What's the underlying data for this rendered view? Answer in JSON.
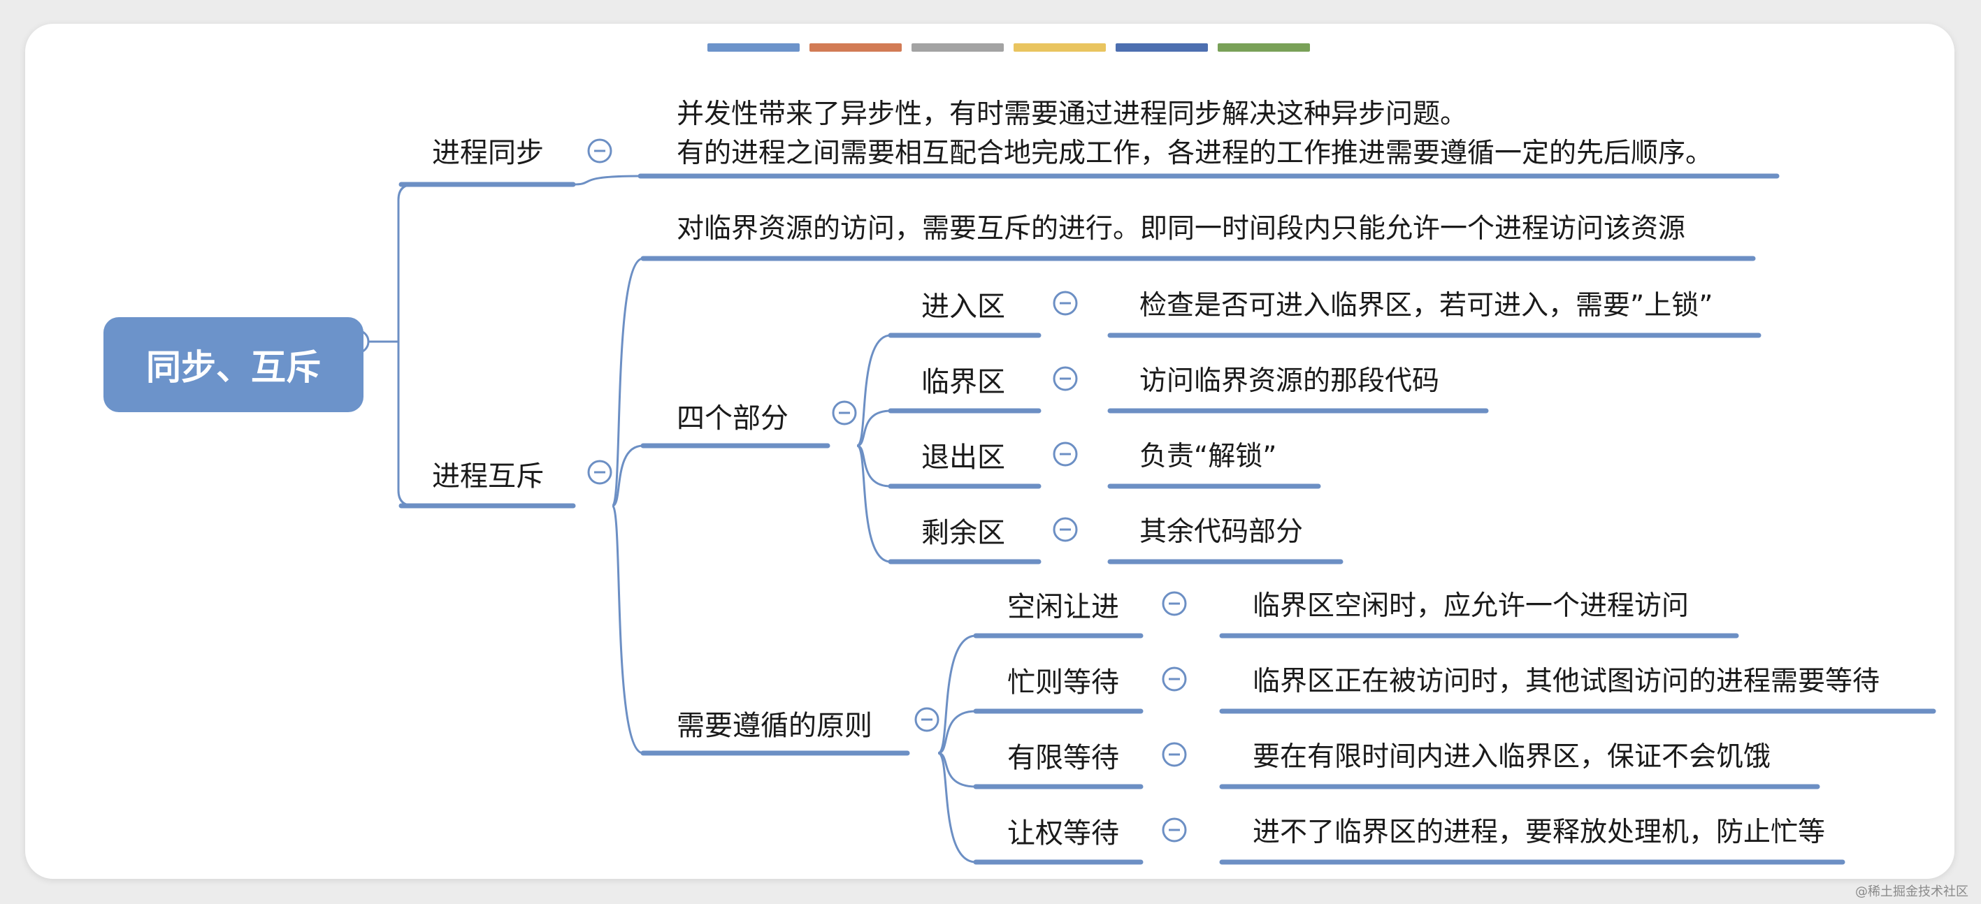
{
  "palette": [
    "#6c93ca",
    "#d27b55",
    "#a3a3a3",
    "#e9c45f",
    "#4d6fb0",
    "#79a158"
  ],
  "colors": {
    "line": "#6c8fc4",
    "root_fill": "#6c93ca",
    "collapse": "#6c8fc4"
  },
  "root": {
    "label": "同步、互斥"
  },
  "sync": {
    "label": "进程同步",
    "desc_line1": "并发性带来了异步性，有时需要通过进程同步解决这种异步问题。",
    "desc_line2": "有的进程之间需要相互配合地完成工作，各进程的工作推进需要遵循一定的先后顺序。"
  },
  "mutex": {
    "label": "进程互斥",
    "desc": "对临界资源的访问，需要互斥的进行。即同一时间段内只能允许一个进程访问该资源",
    "parts": {
      "label": "四个部分",
      "items": [
        {
          "label": "进入区",
          "desc": "检查是否可进入临界区，若可进入，需要”上锁”"
        },
        {
          "label": "临界区",
          "desc": "访问临界资源的那段代码"
        },
        {
          "label": "退出区",
          "desc": "负责“解锁”"
        },
        {
          "label": "剩余区",
          "desc": "其余代码部分"
        }
      ]
    },
    "principles": {
      "label": "需要遵循的原则",
      "items": [
        {
          "label": "空闲让进",
          "desc": "临界区空闲时，应允许一个进程访问"
        },
        {
          "label": "忙则等待",
          "desc": "临界区正在被访问时，其他试图访问的进程需要等待"
        },
        {
          "label": "有限等待",
          "desc": "要在有限时间内进入临界区，保证不会饥饿"
        },
        {
          "label": "让权等待",
          "desc": "进不了临界区的进程，要释放处理机，防止忙等"
        }
      ]
    }
  },
  "watermark": "@稀土掘金技术社区"
}
